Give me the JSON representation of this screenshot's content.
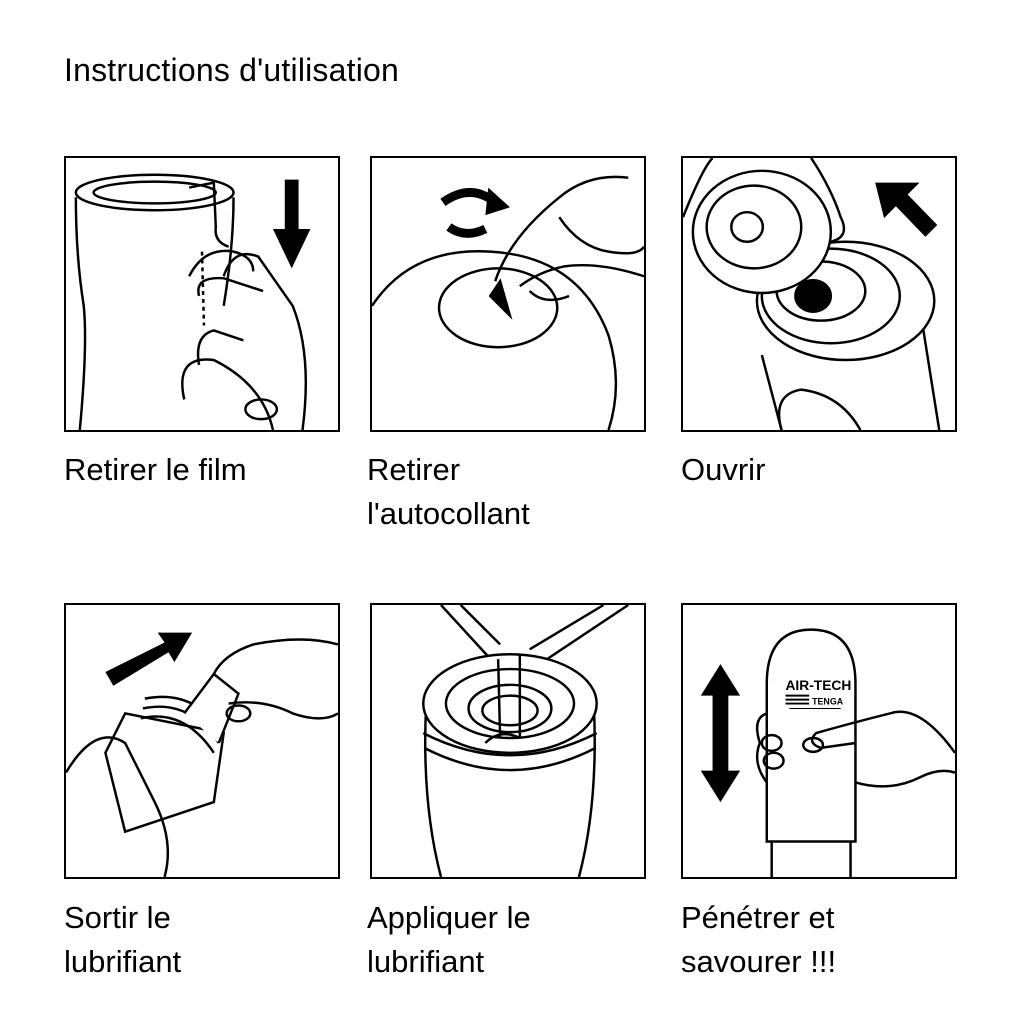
{
  "title": "Instructions d'utilisation",
  "steps": [
    {
      "line1": "Retirer le film",
      "line2": ""
    },
    {
      "line1": "Retirer",
      "line2": "l'autocollant"
    },
    {
      "line1": "Ouvrir",
      "line2": ""
    },
    {
      "line1": "Sortir le",
      "line2": "lubrifiant"
    },
    {
      "line1": "Appliquer le",
      "line2": "lubrifiant"
    },
    {
      "line1": "Pénétrer et",
      "line2": "savourer !!!"
    }
  ],
  "logo": {
    "brand": "AIR-TECH",
    "maker": "TENGA"
  }
}
